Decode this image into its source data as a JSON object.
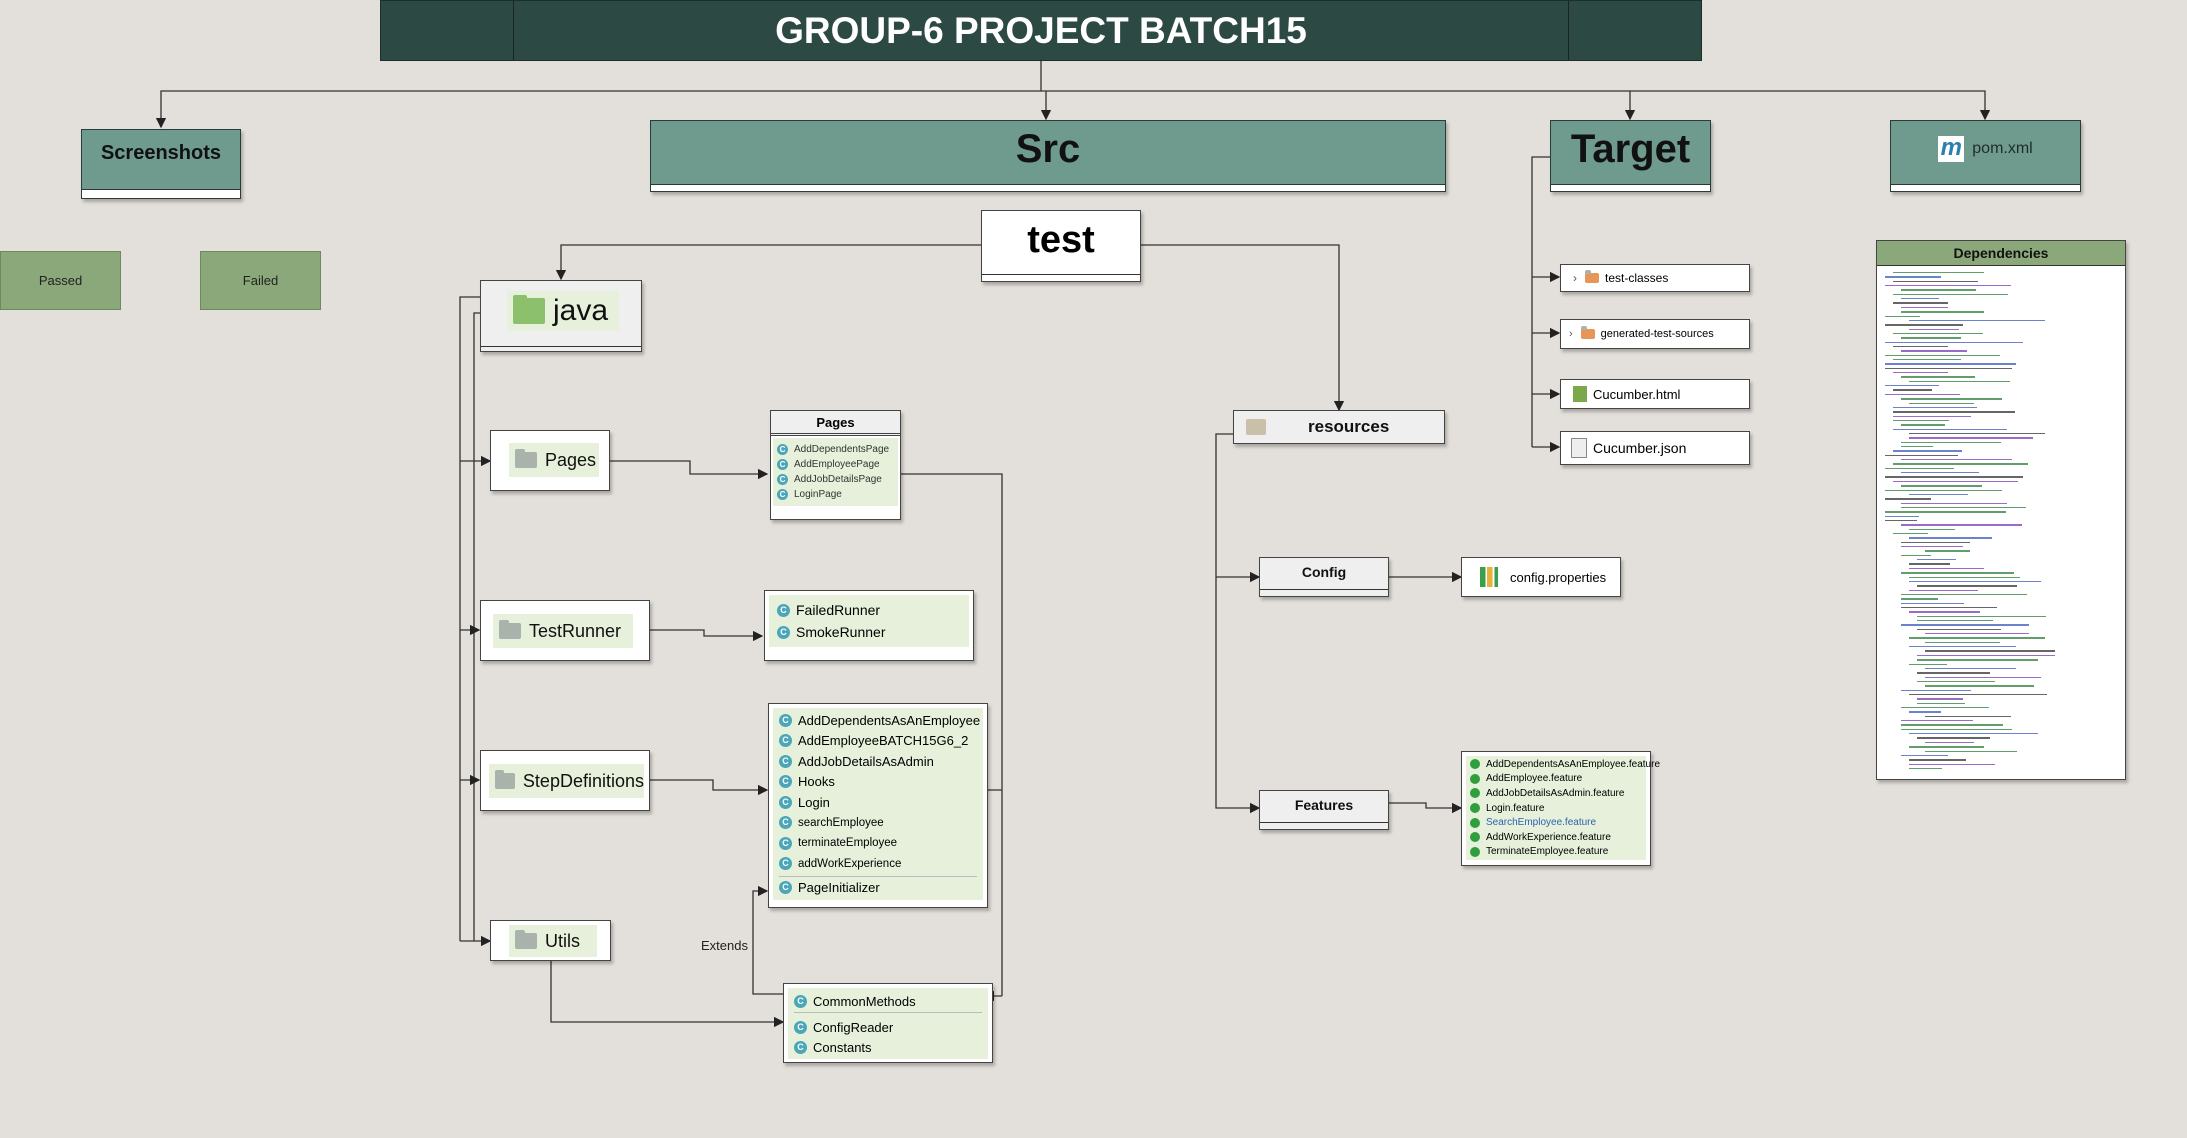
{
  "title": "GROUP-6 PROJECT BATCH15",
  "screenshots": {
    "label": "Screenshots",
    "passed": "Passed",
    "failed": "Failed"
  },
  "src": {
    "label": "Src",
    "test": "test",
    "java": "java"
  },
  "target": {
    "label": "Target",
    "items": [
      "test-classes",
      "generated-test-sources",
      "Cucumber.html",
      "Cucumber.json"
    ]
  },
  "pom": {
    "label": "pom.xml",
    "logo": "m",
    "dependencies_title": "Dependencies"
  },
  "java_packages": {
    "pages": "Pages",
    "testrunner": "TestRunner",
    "stepdefinitions": "StepDefinitions",
    "utils": "Utils"
  },
  "pages_box": {
    "title": "Pages",
    "items": [
      "AddDependentsPage",
      "AddEmployeePage",
      "AddJobDetailsPage",
      "LoginPage"
    ]
  },
  "runners": [
    "FailedRunner",
    "SmokeRunner"
  ],
  "step_defs": [
    "AddDependentsAsAnEmployee",
    "AddEmployeeBATCH15G6_2",
    "AddJobDetailsAsAdmin",
    "Hooks",
    "Login",
    "searchEmployee",
    "terminateEmployee",
    "addWorkExperience",
    "PageInitializer"
  ],
  "utils_box": [
    "CommonMethods",
    "ConfigReader",
    "Constants"
  ],
  "extends_label": "Extends",
  "resources": {
    "label": "resources",
    "config": "Config",
    "config_file": "config.properties",
    "features": "Features",
    "feature_files": [
      "AddDependentsAsAnEmployee.feature",
      "AddEmployee.feature",
      "AddJobDetailsAsAdmin.feature",
      "Login.feature",
      "SearchEmployee.feature",
      "AddWorkExperience.feature",
      "TerminateEmployee.feature"
    ]
  },
  "colors": {
    "title_bg": "#2c4a43",
    "teal": "#6f9a8e",
    "green_button": "#8aa87a",
    "chip": "#e6f0da",
    "class_icon": "#4aa6b8",
    "feature_check": "#2f9e3d",
    "background": "#e3dfda"
  }
}
